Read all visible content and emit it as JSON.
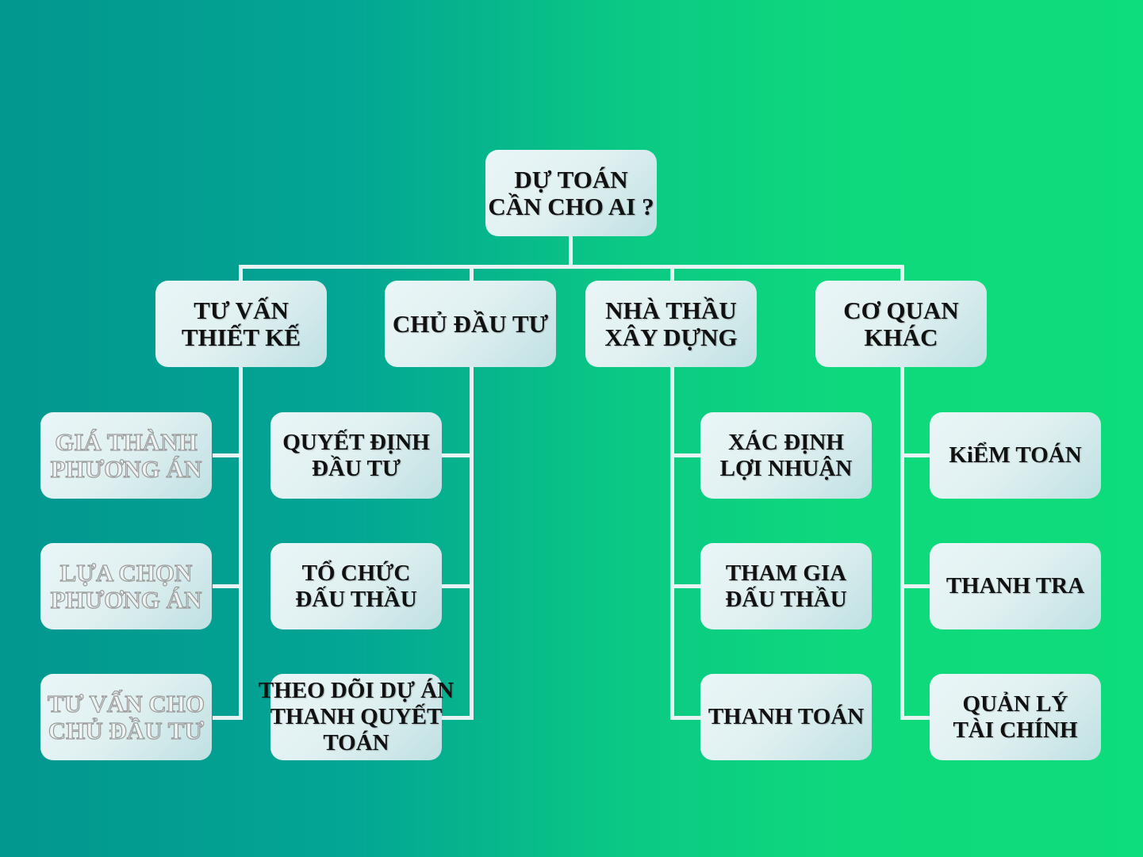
{
  "root": "DỰ TOÁN\nCẦN CHO AI ?",
  "branches": [
    {
      "label": "TƯ VẤN\nTHIẾT KẾ",
      "children": [
        "GIÁ THÀNH\nPHƯƠNG ÁN",
        "LỰA CHỌN\nPHƯƠNG ÁN",
        "TƯ VẤN CHO\nCHỦ ĐẦU TƯ"
      ]
    },
    {
      "label": "CHỦ ĐẦU TƯ",
      "children": [
        "QUYẾT ĐỊNH\nĐẦU TƯ",
        "TỔ CHỨC\nĐẤU THẦU",
        "THEO DÕI DỰ ÁN\nTHANH QUYẾT\nTOÁN"
      ]
    },
    {
      "label": "NHÀ THẦU\nXÂY DỰNG",
      "children": [
        "XÁC ĐỊNH\nLỢI NHUẬN",
        "THAM GIA\nĐẤU THẦU",
        "THANH TOÁN"
      ]
    },
    {
      "label": "CƠ QUAN\nKHÁC",
      "children": [
        "KiỂM TOÁN",
        "THANH TRA",
        "QUẢN LÝ\nTÀI CHÍNH"
      ]
    }
  ],
  "colors": {
    "bg_left": "#02978f",
    "bg_right": "#0edd7b",
    "connector": "#e6f3f2",
    "box": "#e0f0f1"
  }
}
